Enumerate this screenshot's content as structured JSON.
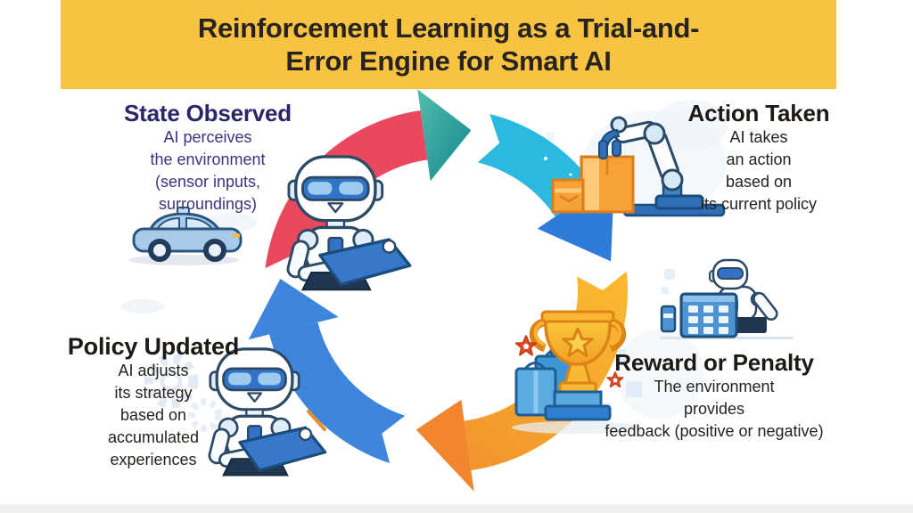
{
  "header": {
    "title_line1": "Reinforcement Learning as a Trial-and-",
    "title_line2": "Error Engine for Smart AI"
  },
  "steps": [
    {
      "id": "state-observed",
      "title": "State Observed",
      "lines": [
        "AI perceives",
        "the environment",
        "(sensor inputs,",
        "surroundings)"
      ]
    },
    {
      "id": "action-taken",
      "title": "Action Taken",
      "lines": [
        "AI takes",
        "an action",
        "based on",
        "its current policy"
      ]
    },
    {
      "id": "reward-or-penalty",
      "title": "Reward or Penalty",
      "lines": [
        "The environment",
        "provides",
        "feedback (positive or negative)"
      ]
    },
    {
      "id": "policy-updated",
      "title": "Policy Updated",
      "lines": [
        "AI adjusts",
        "its strategy",
        "based on",
        "accumulated",
        "experiences"
      ]
    }
  ],
  "cycle": {
    "stages": [
      "State Observed",
      "Action Taken",
      "Reward or Penalty",
      "Policy Updated"
    ],
    "colors": {
      "banner_bg": "#F9C342",
      "banner_text": "#272320",
      "red": "#E9485E",
      "teal_light": "#53BCAC",
      "teal_dark": "#13878F",
      "cyan": "#2CB9E0",
      "royal_blue": "#2E7CD8",
      "gold_light": "#FABA30",
      "gold_dark": "#F2932C",
      "orange_head": "#F2862E",
      "steel_blue": "#3E86DC"
    }
  },
  "icons": {
    "state_observed": "self-driving-car-icon",
    "state_agent": "robot-with-tablet-icon",
    "action_taken": "robotic-arm-with-boxes-icon",
    "reward_or_penalty": "trophy-with-gift-bags-icon",
    "reward_agent": "robot-at-desk-icon",
    "policy_updated": "robot-with-clipboard-icon"
  }
}
